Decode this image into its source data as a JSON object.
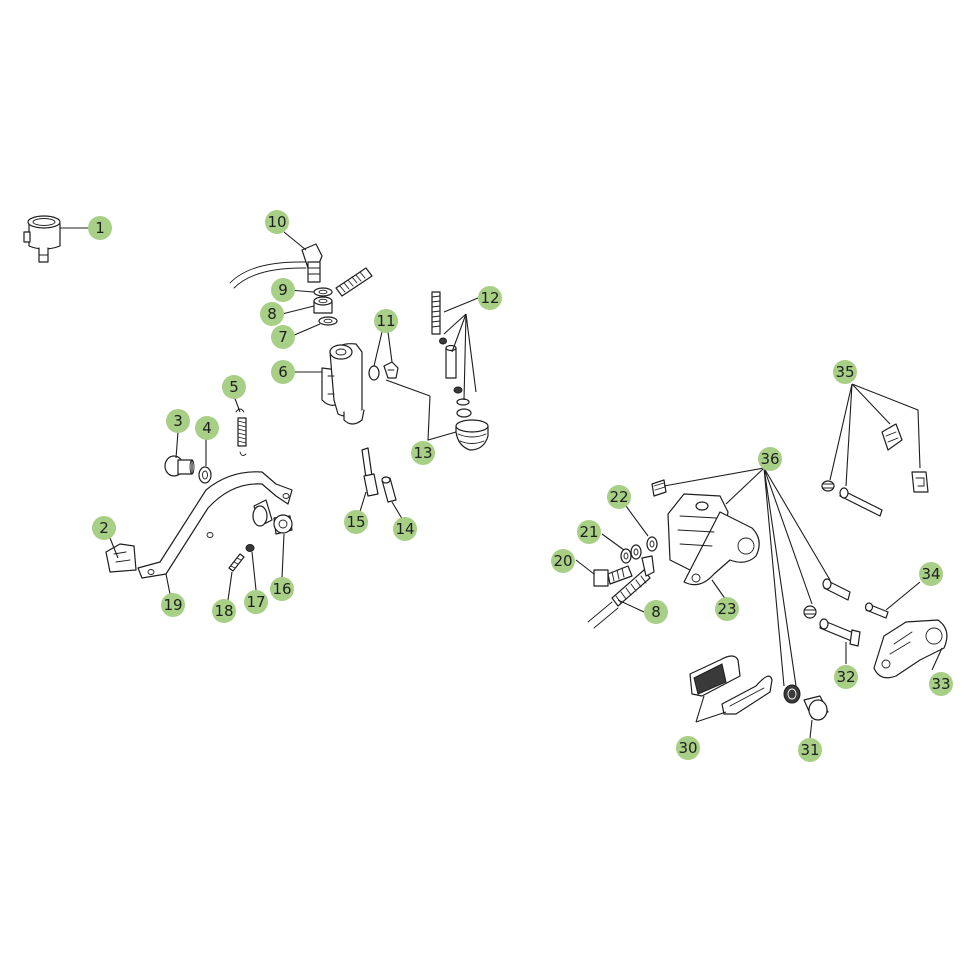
{
  "colors": {
    "callout_fill": "#a8cf86",
    "line": "#1e1e1e",
    "background": "#ffffff"
  },
  "callouts": [
    {
      "id": "c1",
      "label": "1"
    },
    {
      "id": "c2",
      "label": "2"
    },
    {
      "id": "c3",
      "label": "3"
    },
    {
      "id": "c4",
      "label": "4"
    },
    {
      "id": "c5",
      "label": "5"
    },
    {
      "id": "c6",
      "label": "6"
    },
    {
      "id": "c7",
      "label": "7"
    },
    {
      "id": "c8a",
      "label": "8"
    },
    {
      "id": "c9",
      "label": "9"
    },
    {
      "id": "c10",
      "label": "10"
    },
    {
      "id": "c11",
      "label": "11"
    },
    {
      "id": "c12",
      "label": "12"
    },
    {
      "id": "c13",
      "label": "13"
    },
    {
      "id": "c14",
      "label": "14"
    },
    {
      "id": "c15",
      "label": "15"
    },
    {
      "id": "c16",
      "label": "16"
    },
    {
      "id": "c17",
      "label": "17"
    },
    {
      "id": "c18",
      "label": "18"
    },
    {
      "id": "c19",
      "label": "19"
    },
    {
      "id": "c20",
      "label": "20"
    },
    {
      "id": "c21",
      "label": "21"
    },
    {
      "id": "c22",
      "label": "22"
    },
    {
      "id": "c23",
      "label": "23"
    },
    {
      "id": "c8b",
      "label": "8"
    },
    {
      "id": "c30",
      "label": "30"
    },
    {
      "id": "c31",
      "label": "31"
    },
    {
      "id": "c32",
      "label": "32"
    },
    {
      "id": "c33",
      "label": "33"
    },
    {
      "id": "c34",
      "label": "34"
    },
    {
      "id": "c35",
      "label": "35"
    },
    {
      "id": "c36",
      "label": "36"
    }
  ]
}
